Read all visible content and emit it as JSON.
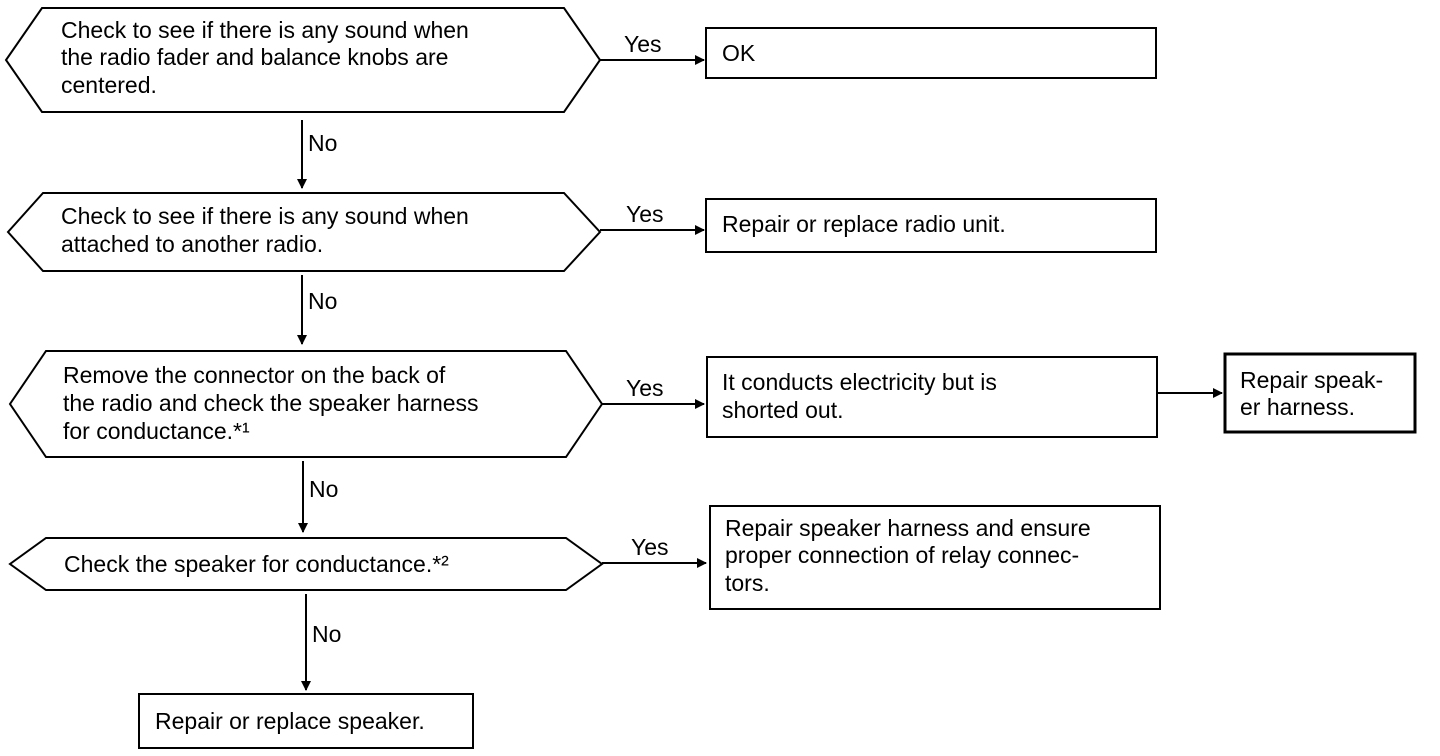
{
  "nodes": {
    "decision1": {
      "lines": [
        "Check to see if there is any sound when",
        "the radio fader and balance knobs are",
        "centered."
      ]
    },
    "decision2": {
      "lines": [
        "Check to see if there is any sound when",
        "attached to another radio."
      ]
    },
    "decision3": {
      "lines": [
        "Remove the connector on the back of",
        "the radio and check the speaker harness",
        "for conductance.*¹"
      ]
    },
    "decision4": {
      "lines": [
        "Check the speaker for conductance.*²"
      ]
    },
    "result_ok": {
      "lines": [
        "OK"
      ]
    },
    "result_radio": {
      "lines": [
        "Repair or replace radio unit."
      ]
    },
    "result_shorted": {
      "lines": [
        "It conducts electricity but is",
        "shorted out."
      ]
    },
    "result_harness": {
      "lines": [
        "Repair speak-",
        "er harness."
      ]
    },
    "result_relay": {
      "lines": [
        "Repair speaker harness and ensure",
        "proper connection of relay connec-",
        "tors."
      ]
    },
    "result_speaker": {
      "lines": [
        "Repair or replace speaker."
      ]
    }
  },
  "edges": {
    "d1_yes": "Yes",
    "d1_no": "No",
    "d2_yes": "Yes",
    "d2_no": "No",
    "d3_yes": "Yes",
    "d3_no": "No",
    "d4_yes": "Yes",
    "d4_no": "No"
  }
}
